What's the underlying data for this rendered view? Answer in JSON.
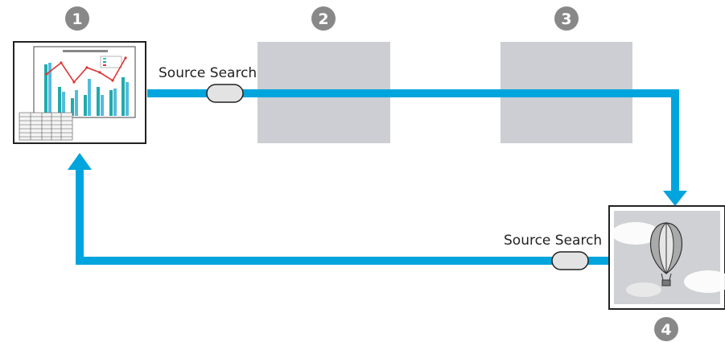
{
  "diagram": {
    "steps": [
      {
        "number": "1"
      },
      {
        "number": "2"
      },
      {
        "number": "3"
      },
      {
        "number": "4"
      }
    ],
    "button_labels": {
      "top": "Source Search",
      "bottom": "Source Search"
    }
  },
  "colors": {
    "flow": "#00a5dd",
    "placeholder": "#ccced3",
    "badge": "#888888",
    "frame": "#222222"
  },
  "icons": {
    "screen_1": "presentation-chart-image",
    "screen_4": "hot-air-balloon-image",
    "button": "source-search-button-icon"
  }
}
